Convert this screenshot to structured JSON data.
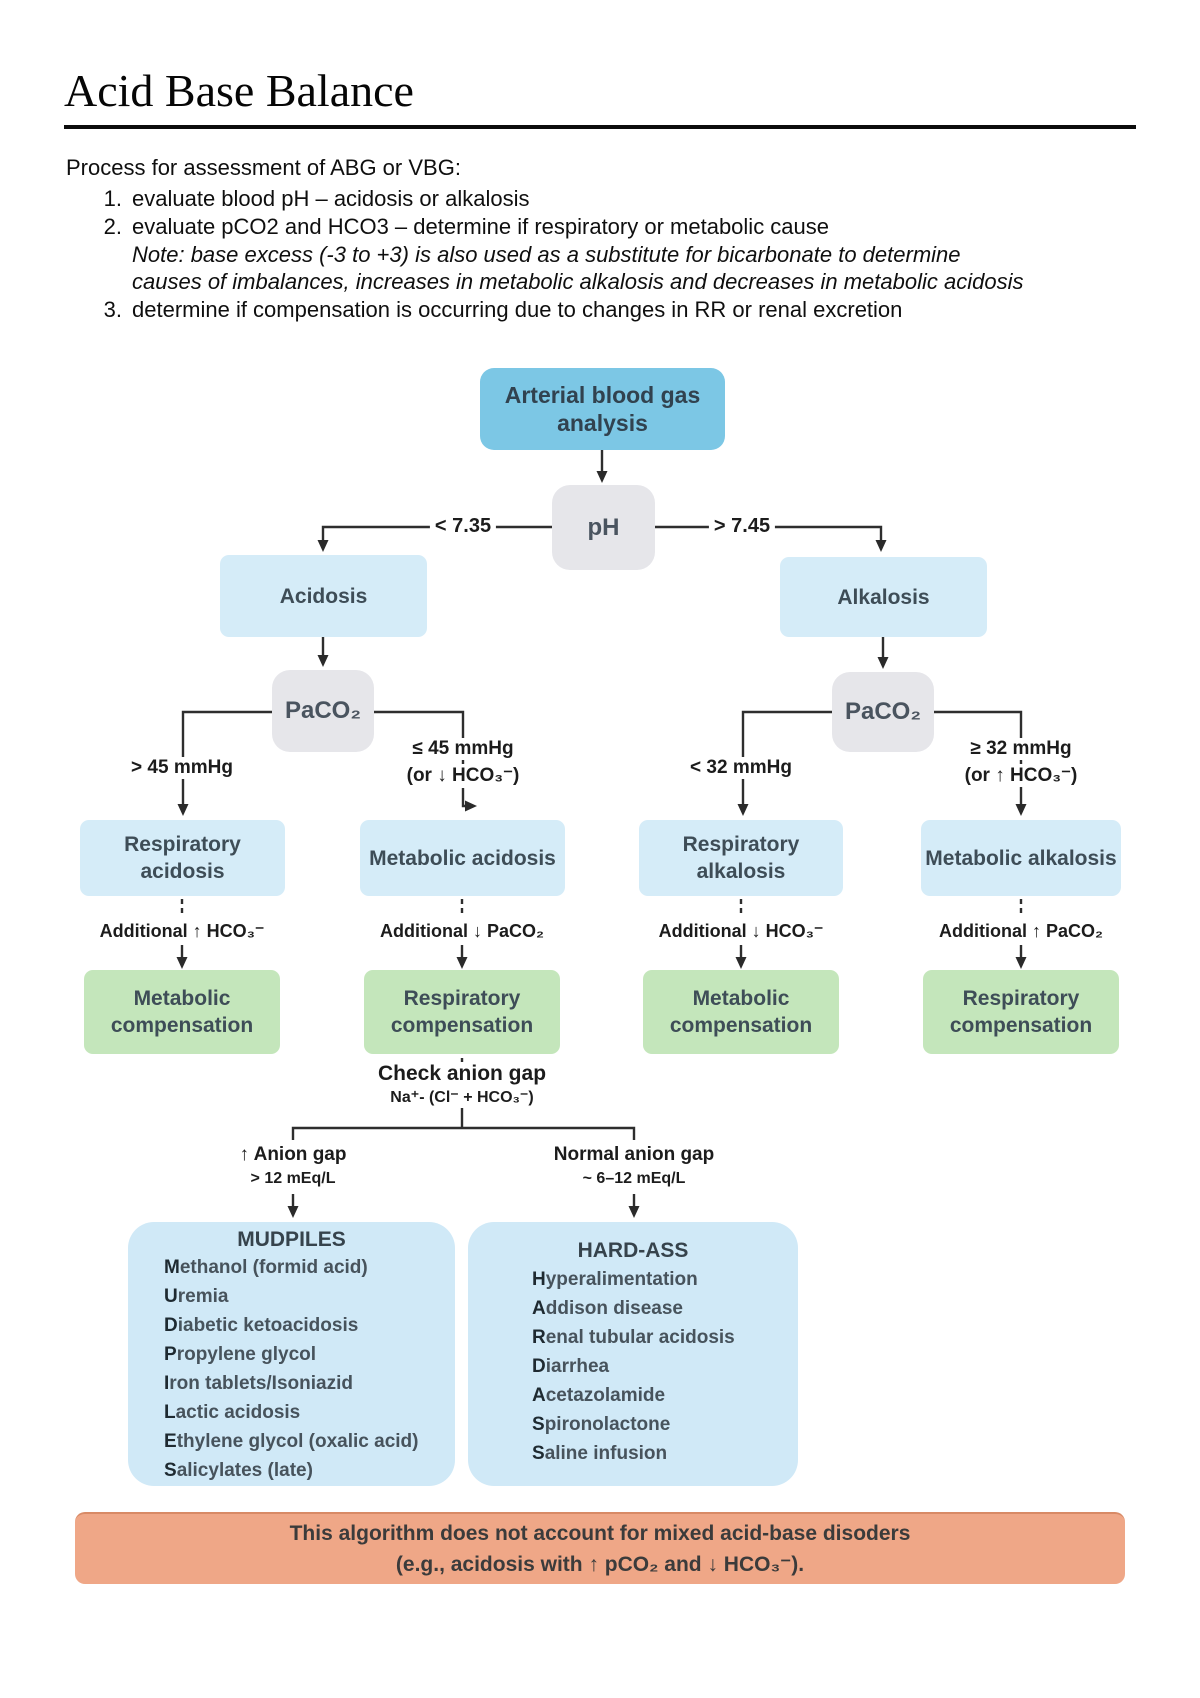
{
  "doc": {
    "title": "Acid Base Balance",
    "intro": {
      "lead": "Process for assessment of ABG or VBG:",
      "items": [
        {
          "num": "1.",
          "text": "evaluate blood pH – acidosis or alkalosis"
        },
        {
          "num": "2.",
          "text": "evaluate pCO2 and HCO3 – determine if respiratory or metabolic cause"
        },
        {
          "num": "3.",
          "text": "determine if compensation is occurring due to changes in RR or renal excretion"
        }
      ],
      "note_line1": "Note: base excess (-3 to +3) is also used as a substitute for bicarbonate to determine",
      "note_line2": "causes of imbalances, increases in metabolic alkalosis and decreases in metabolic acidosis"
    }
  },
  "flowchart": {
    "nodes": {
      "abg": "Arterial blood gas analysis",
      "ph": "pH",
      "acidosis": "Acidosis",
      "alkalosis": "Alkalosis",
      "paco2": "PaCO₂",
      "resp_acidosis": "Respiratory acidosis",
      "met_acidosis": "Metabolic acidosis",
      "resp_alkalosis": "Respiratory alkalosis",
      "met_alkalosis": "Metabolic alkalosis",
      "met_comp": "Metabolic compensation",
      "resp_comp": "Respiratory compensation"
    },
    "labels": {
      "ph_low": "< 7.35",
      "ph_high": "> 7.45",
      "paco2_gt45": "> 45 mmHg",
      "paco2_le45": "≤ 45 mmHg",
      "paco2_le45_alt": "(or ↓ HCO₃⁻)",
      "paco2_lt32": "< 32 mmHg",
      "paco2_ge32": "≥ 32 mmHg",
      "paco2_ge32_alt": "(or ↑ HCO₃⁻)",
      "add_hco3_up": "Additional ↑ HCO₃⁻",
      "add_paco2_down": "Additional ↓ PaCO₂",
      "add_hco3_down": "Additional ↓ HCO₃⁻",
      "add_paco2_up": "Additional ↑ PaCO₂",
      "check_anion_gap": "Check anion gap",
      "anion_formula": "Na⁺- (Cl⁻ + HCO₃⁻)",
      "anion_high": "↑ Anion gap",
      "anion_high_value": "> 12 mEq/L",
      "anion_normal": "Normal anion gap",
      "anion_normal_value": "~ 6–12 mEq/L"
    },
    "mudpiles": {
      "title": "MUDPILES",
      "items": [
        "Methanol (formid acid)",
        "Uremia",
        "Diabetic ketoacidosis",
        "Propylene glycol",
        "Iron tablets/Isoniazid",
        "Lactic acidosis",
        "Ethylene glycol (oxalic acid)",
        "Salicylates (late)"
      ]
    },
    "hardass": {
      "title": "HARD-ASS",
      "items": [
        "Hyperalimentation",
        "Addison disease",
        "Renal tubular acidosis",
        "Diarrhea",
        "Acetazolamide",
        "Spironolactone",
        "Saline infusion"
      ]
    },
    "note": {
      "line1": "This algorithm does not account for mixed acid-base disoders",
      "line2": "(e.g., acidosis with ↑ pCO₂ and ↓ HCO₃⁻)."
    },
    "colors": {
      "abg_blue": "#7cc7e5",
      "gray": "#e6e6ea",
      "light_blue": "#d5ecf8",
      "green": "#c4e6bb",
      "list_blue": "#d0e9f7",
      "orange": "#efa787"
    }
  }
}
